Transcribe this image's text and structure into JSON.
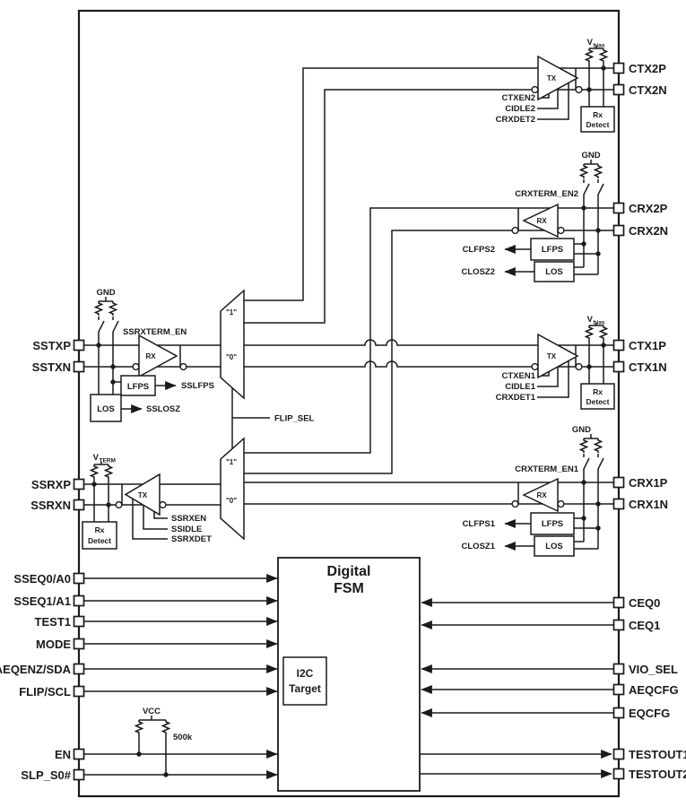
{
  "colors": {
    "ink": "#1a1a1a",
    "background": "#ffffff"
  },
  "ports": {
    "left": [
      {
        "label": "SSTXP"
      },
      {
        "label": "SSTXN"
      },
      {
        "label": "SSRXP"
      },
      {
        "label": "SSRXN"
      },
      {
        "label": "SSEQ0/A0"
      },
      {
        "label": "SSEQ1/A1"
      },
      {
        "label": "TEST1"
      },
      {
        "label": "MODE"
      },
      {
        "label": "AEQENZ/SDA"
      },
      {
        "label": "FLIP/SCL"
      },
      {
        "label": "EN"
      },
      {
        "label": "SLP_S0#"
      }
    ],
    "right": [
      {
        "label": "CTX2P"
      },
      {
        "label": "CTX2N"
      },
      {
        "label": "CRX2P"
      },
      {
        "label": "CRX2N"
      },
      {
        "label": "CTX1P"
      },
      {
        "label": "CTX1N"
      },
      {
        "label": "CRX1P"
      },
      {
        "label": "CRX1N"
      },
      {
        "label": "CEQ0"
      },
      {
        "label": "CEQ1"
      },
      {
        "label": "VIO_SEL"
      },
      {
        "label": "AEQCFG"
      },
      {
        "label": "EQCFG"
      },
      {
        "label": "TESTOUT1"
      },
      {
        "label": "TESTOUT2"
      }
    ]
  },
  "blocks": {
    "digital_fsm": {
      "line1": "Digital",
      "line2": "FSM"
    },
    "i2c_target": {
      "line1": "I2C",
      "line2": "Target"
    },
    "rx_detect": {
      "line1": "Rx",
      "line2": "Detect"
    },
    "lfps": "LFPS",
    "los": "LOS"
  },
  "buffers": {
    "tx": "TX",
    "rx": "RX"
  },
  "signals": {
    "ch2_tx": {
      "en": "CTXEN2",
      "idle": "CIDLE2",
      "rxdet": "CRXDET2"
    },
    "ch2_rx": {
      "term_en": "CRXTERM_EN2",
      "lfps_out": "CLFPS2",
      "los_out": "CLOSZ2"
    },
    "ch1_tx": {
      "en": "CTXEN1",
      "idle": "CIDLE1",
      "rxdet": "CRXDET1"
    },
    "ch1_rx": {
      "term_en": "CRXTERM_EN1",
      "lfps_out": "CLFPS1",
      "los_out": "CLOSZ1"
    },
    "ss_rx": {
      "term_en": "SSRXTERM_EN",
      "lfps_out": "SSLFPS",
      "los_out": "SSLOSZ"
    },
    "ss_tx": {
      "en": "SSRXEN",
      "idle": "SSIDLE",
      "rxdet": "SSRXDET"
    },
    "mux": {
      "sel": "FLIP_SEL",
      "in_one": "\"1\"",
      "in_zero": "\"0\""
    }
  },
  "supplies": {
    "gnd": "GND",
    "vcc": "VCC",
    "v": "V",
    "bias_sub": "bias",
    "term_sub": "TERM",
    "pullup_value": "500k"
  }
}
